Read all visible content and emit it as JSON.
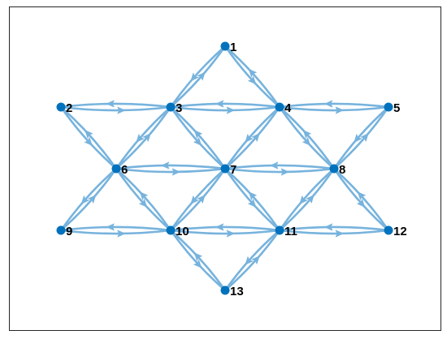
{
  "graph": {
    "colors": {
      "node": "#0072BD",
      "edge": "#77B3DD",
      "frame": "#262626",
      "label": "#000000"
    },
    "nodes": [
      {
        "id": "1",
        "label": "1"
      },
      {
        "id": "2",
        "label": "2"
      },
      {
        "id": "3",
        "label": "3"
      },
      {
        "id": "4",
        "label": "4"
      },
      {
        "id": "5",
        "label": "5"
      },
      {
        "id": "6",
        "label": "6"
      },
      {
        "id": "7",
        "label": "7"
      },
      {
        "id": "8",
        "label": "8"
      },
      {
        "id": "9",
        "label": "9"
      },
      {
        "id": "10",
        "label": "10"
      },
      {
        "id": "11",
        "label": "11"
      },
      {
        "id": "12",
        "label": "12"
      },
      {
        "id": "13",
        "label": "13"
      }
    ],
    "edges": [
      [
        "1",
        "3"
      ],
      [
        "3",
        "1"
      ],
      [
        "1",
        "4"
      ],
      [
        "4",
        "1"
      ],
      [
        "2",
        "3"
      ],
      [
        "3",
        "2"
      ],
      [
        "3",
        "4"
      ],
      [
        "4",
        "3"
      ],
      [
        "4",
        "5"
      ],
      [
        "5",
        "4"
      ],
      [
        "2",
        "6"
      ],
      [
        "6",
        "2"
      ],
      [
        "3",
        "6"
      ],
      [
        "6",
        "3"
      ],
      [
        "3",
        "7"
      ],
      [
        "7",
        "3"
      ],
      [
        "4",
        "7"
      ],
      [
        "7",
        "4"
      ],
      [
        "4",
        "8"
      ],
      [
        "8",
        "4"
      ],
      [
        "5",
        "8"
      ],
      [
        "8",
        "5"
      ],
      [
        "6",
        "7"
      ],
      [
        "7",
        "6"
      ],
      [
        "7",
        "8"
      ],
      [
        "8",
        "7"
      ],
      [
        "6",
        "9"
      ],
      [
        "9",
        "6"
      ],
      [
        "6",
        "10"
      ],
      [
        "10",
        "6"
      ],
      [
        "7",
        "10"
      ],
      [
        "10",
        "7"
      ],
      [
        "7",
        "11"
      ],
      [
        "11",
        "7"
      ],
      [
        "8",
        "11"
      ],
      [
        "11",
        "8"
      ],
      [
        "8",
        "12"
      ],
      [
        "12",
        "8"
      ],
      [
        "9",
        "10"
      ],
      [
        "10",
        "9"
      ],
      [
        "10",
        "11"
      ],
      [
        "11",
        "10"
      ],
      [
        "11",
        "12"
      ],
      [
        "12",
        "11"
      ],
      [
        "10",
        "13"
      ],
      [
        "13",
        "10"
      ],
      [
        "11",
        "13"
      ],
      [
        "13",
        "11"
      ]
    ]
  }
}
